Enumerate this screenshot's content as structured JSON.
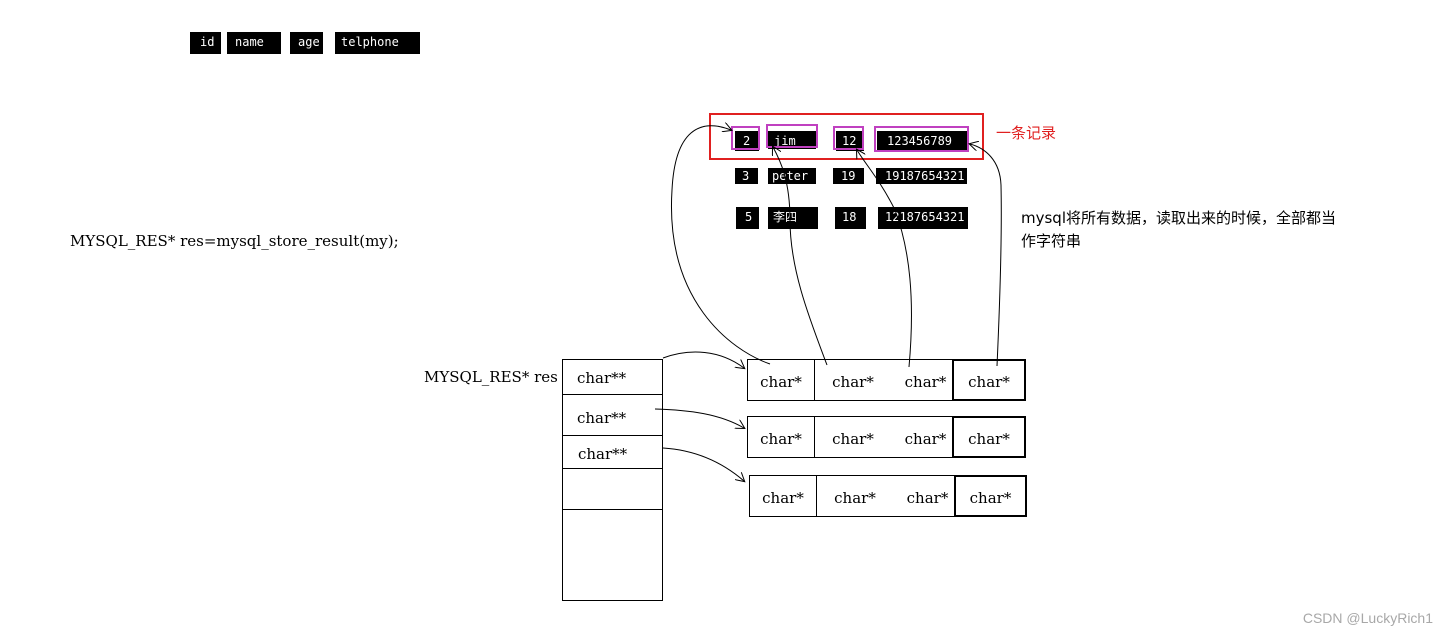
{
  "header_columns": [
    "id",
    "name",
    "age",
    "telphone"
  ],
  "code_line": "MYSQL_RES* res=mysql_store_result(my);",
  "rows": [
    [
      "2",
      "jim",
      "12",
      "123456789"
    ],
    [
      "3",
      "peter",
      "19",
      "19187654321"
    ],
    [
      "5",
      "李四",
      "18",
      "12187654321"
    ]
  ],
  "record_label": "一条记录",
  "note_line1": "mysql将所有数据，读取出来的时候，全部都当",
  "note_line2": "作字符串",
  "res_label": "MYSQL_RES* res",
  "res_cells": [
    "char**",
    "char**",
    "char**"
  ],
  "char_cell": "char*",
  "watermark": "CSDN @LuckyRich1",
  "colors": {
    "record_border": "#e02020",
    "field_highlight": "#c040c0"
  }
}
